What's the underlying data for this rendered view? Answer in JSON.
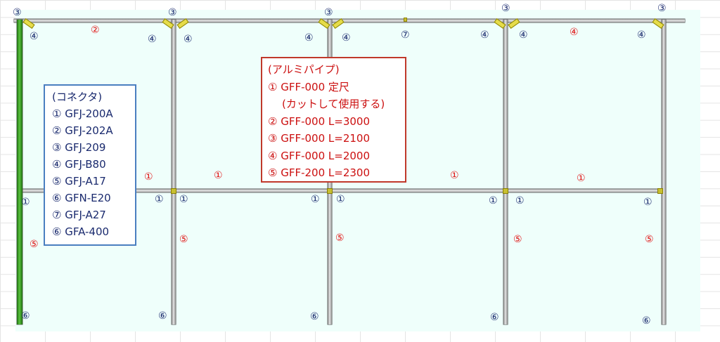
{
  "markers": {
    "m1": "①",
    "m2": "②",
    "m3": "③",
    "m4": "④",
    "m5": "⑤",
    "m6": "⑥",
    "m7": "⑦"
  },
  "connector_legend": {
    "title": "(コネクタ)",
    "items": [
      "① GFJ-200A",
      "② GFJ-202A",
      "③ GFJ-209",
      "④ GFJ-B80",
      "⑤ GFJ-A17",
      "⑥ GFN-E20",
      "⑦ GFJ-A27",
      "⑥ GFA-400"
    ]
  },
  "pipe_legend": {
    "title": "(アルミパイプ)",
    "items": [
      "① GFF-000 定尺",
      "(カットして使用する)",
      "② GFF-000 L=3000",
      "③ GFF-000 L=2100",
      "④ GFF-000 L=2000",
      "⑤ GFF-200 L=2300"
    ]
  },
  "colors": {
    "label_blue": "#1a2a6e",
    "label_red": "#e01010",
    "connector_box_border": "#4a7fc0",
    "pipe_box_border": "#c0392b",
    "pipe_green": "#3aa02a",
    "background": "#effffb"
  }
}
